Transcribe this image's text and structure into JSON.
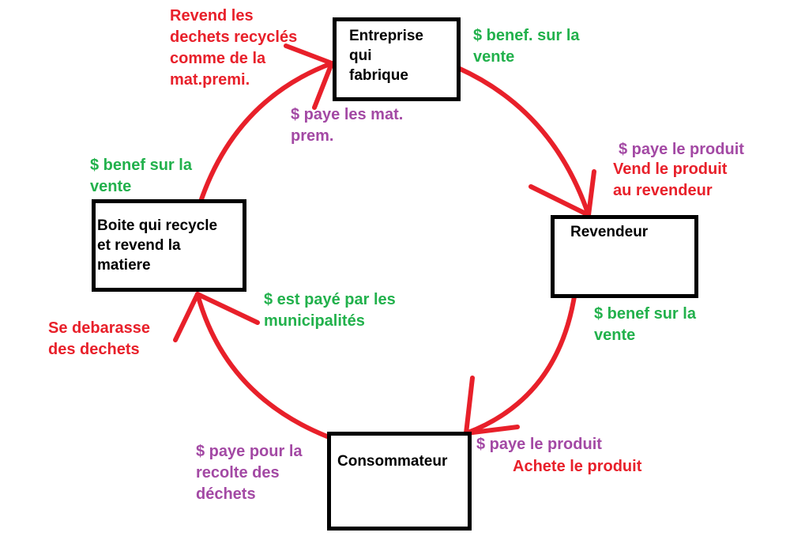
{
  "colors": {
    "arrow": "#e8202a",
    "node_border": "#000000",
    "action_text": "#e8202a",
    "profit_text": "#22b14c",
    "payment_text": "#a349a4"
  },
  "nodes": {
    "entreprise": "Entreprise\nqui\nfabrique",
    "revendeur": "Revendeur",
    "consommateur": "Consommateur",
    "recycleur": "Boite qui recycle\net revend la\nmatiere"
  },
  "labels": {
    "revend_dechets": "Revend les\ndechets recyclés\ncomme de la\nmat.premi.",
    "benef_vente_entreprise": "$ benef. sur la\nvente",
    "paye_mat_prem": "$ paye les mat.\nprem.",
    "paye_produit_revendeur": "$ paye le produit",
    "vend_produit": "Vend le produit\nau revendeur",
    "benef_vente_revendeur": "$ benef sur la\nvente",
    "paye_produit_consommateur": "$ paye le produit",
    "achete_produit": "Achete le produit",
    "paye_recolte": "$ paye pour la\nrecolte des\ndéchets",
    "se_debarasse": "Se debarasse\ndes dechets",
    "paye_municipalites": "$ est payé par les\nmunicipalités",
    "benef_vente_recycleur": "$ benef sur la\nvente"
  }
}
